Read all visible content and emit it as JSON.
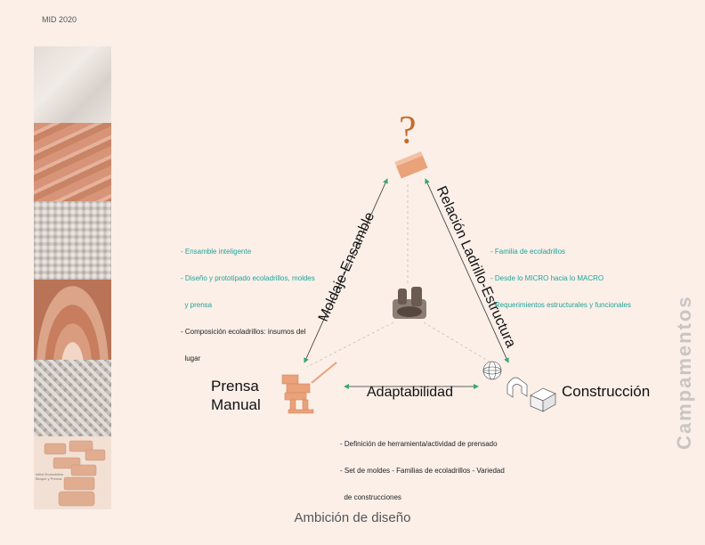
{
  "header": {
    "label": "MID 2020"
  },
  "photo_credit": [
    "Initial Ecoladrillos",
    "Bloque y Prensa"
  ],
  "side_title": "Campamentos",
  "nodes": {
    "top_symbol": "?",
    "left": [
      "Prensa",
      "Manual"
    ],
    "right": "Construcción"
  },
  "edges": {
    "left": "Moldaje-Ensamble",
    "right": "Relación Ladrillo-Estructura",
    "bottom": "Adaptabilidad"
  },
  "notes": {
    "left": [
      {
        "text": "- Ensamble inteligente",
        "style": "teal"
      },
      {
        "text": "- Diseño y prototipado ecoladrillos, moldes",
        "style": "teal"
      },
      {
        "text": "  y prensa",
        "style": "teal"
      },
      {
        "text": "- Composición ecoladrillos: insumos del",
        "style": "dark"
      },
      {
        "text": "  lugar",
        "style": "dark"
      }
    ],
    "right": [
      {
        "text": "- Familia de ecoladrillos",
        "style": "teal"
      },
      {
        "text": "- Desde lo MICRO hacia lo MACRO",
        "style": "teal"
      },
      {
        "text": "- Requerimientos estructurales y funcionales",
        "style": "teal"
      }
    ],
    "bottom": [
      {
        "text": "- Definición de herramienta/actividad de prensado",
        "style": "dark"
      },
      {
        "text": "- Set de moldes - Familias de ecoladrillos - Variedad",
        "style": "dark"
      },
      {
        "text": "  de construcciones",
        "style": "dark"
      }
    ]
  },
  "footer": {
    "title": "Ambición de diseño"
  },
  "colors": {
    "background": "#fbefe8",
    "teal": "#1fa59a",
    "arrow": "#3aa876",
    "brick": "#e9a27a",
    "side_title": "#c9c5c3"
  }
}
